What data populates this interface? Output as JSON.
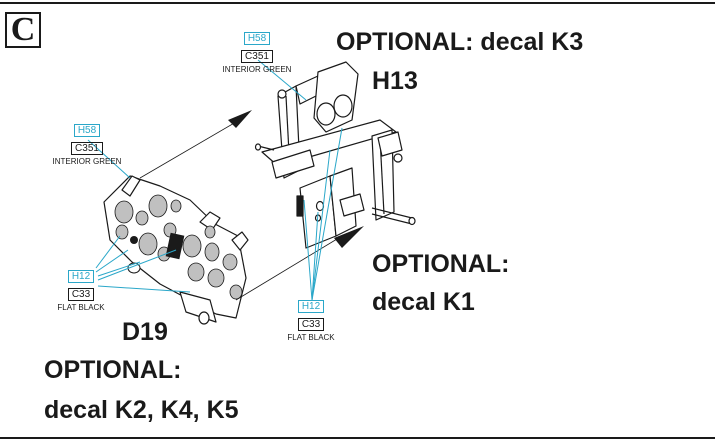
{
  "step": {
    "letter": "C"
  },
  "callouts": {
    "optional_k3": "OPTIONAL: decal K3",
    "h13": "H13",
    "optional_k1_line1": "OPTIONAL:",
    "optional_k1_line2": "decal K1",
    "d19": "D19",
    "optional_k2_line1": "OPTIONAL:",
    "optional_k2_line2": "decal K2, K4, K5"
  },
  "paints": {
    "top": {
      "h": "H58",
      "c": "C351",
      "name": "INTERIOR GREEN"
    },
    "left": {
      "h": "H58",
      "c": "C351",
      "name": "INTERIOR GREEN"
    },
    "black_left": {
      "h": "H12",
      "c": "C33",
      "name": "FLAT BLACK"
    },
    "black_right": {
      "h": "H12",
      "c": "C33",
      "name": "FLAT BLACK"
    }
  },
  "colors": {
    "accent": "#2aa7c9",
    "ink": "#1a1a1a"
  }
}
